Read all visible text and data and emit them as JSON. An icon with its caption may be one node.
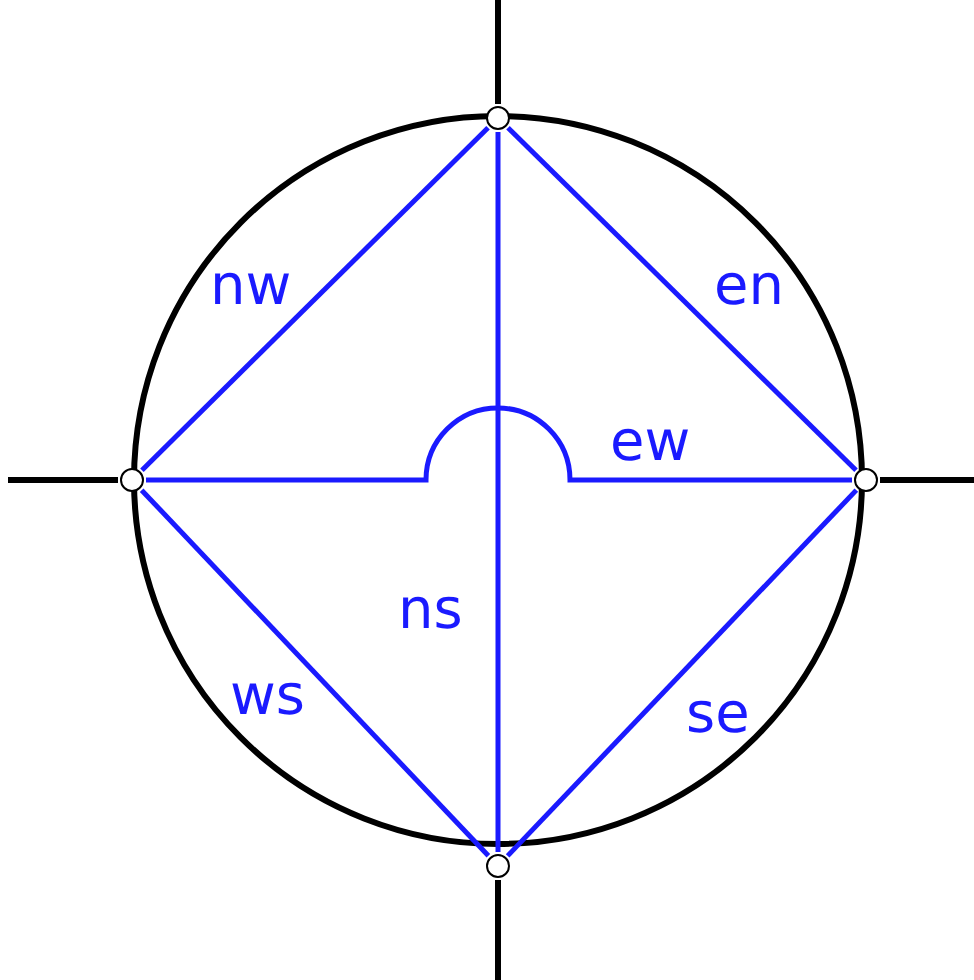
{
  "diagram": {
    "nodes": [
      {
        "text": [],
        "shape": "circle"
      },
      {
        "text": [],
        "shape": "circle"
      },
      {
        "text": [],
        "shape": "circle"
      },
      {
        "text": [],
        "shape": "circle"
      }
    ],
    "edges": [
      {
        "from": 0,
        "to": 1,
        "arrow": "none",
        "label": "nw"
      },
      {
        "from": 0,
        "to": 2,
        "arrow": "none",
        "label": "en"
      },
      {
        "from": 1,
        "to": 2,
        "arrow": "none",
        "label": "ew"
      },
      {
        "from": 1,
        "to": 3,
        "arrow": "none",
        "label": "ws"
      },
      {
        "from": 3,
        "to": 2,
        "arrow": "none",
        "label": "se"
      },
      {
        "from": 0,
        "to": 3,
        "arrow": "none",
        "label": "ns"
      },
      {
        "from": 0,
        "to": null,
        "arrow": "none",
        "color": "#000000"
      },
      {
        "from": 1,
        "to": null,
        "arrow": "none",
        "color": "#000000"
      },
      {
        "from": 2,
        "to": null,
        "arrow": "none",
        "color": "#000000"
      },
      {
        "from": 3,
        "to": null,
        "arrow": "none",
        "color": "#000000"
      }
    ]
  }
}
